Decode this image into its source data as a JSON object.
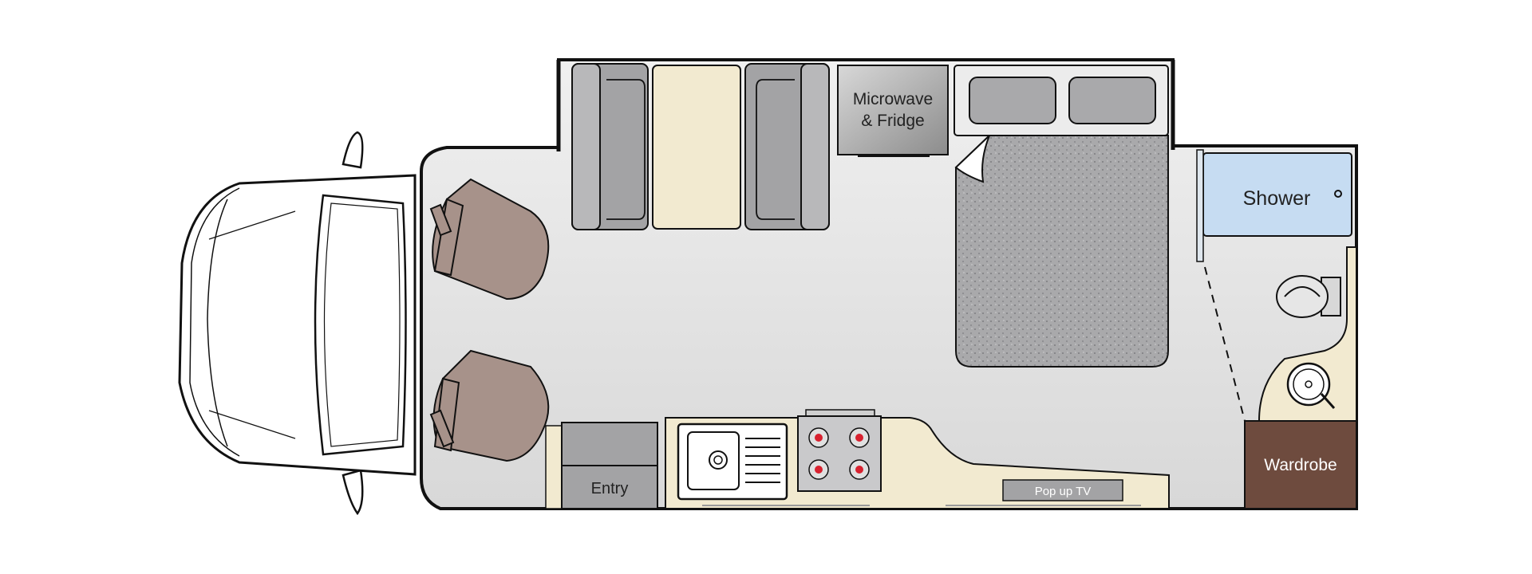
{
  "labels": {
    "microwave_line1": "Microwave",
    "microwave_line2": "& Fridge",
    "shower": "Shower",
    "wardrobe": "Wardrobe",
    "entry": "Entry",
    "tv": "Pop up TV"
  },
  "colors": {
    "floor": "#e4e4e4",
    "seat": "#a7928a",
    "upholstery": "#a3a3a5",
    "table": "#f2ead0",
    "bed": "#a9a9ab",
    "shower": "#c6dcf2",
    "wardrobe": "#6e4b3e",
    "counter": "#f2ead0",
    "burner": "#d8212f"
  }
}
